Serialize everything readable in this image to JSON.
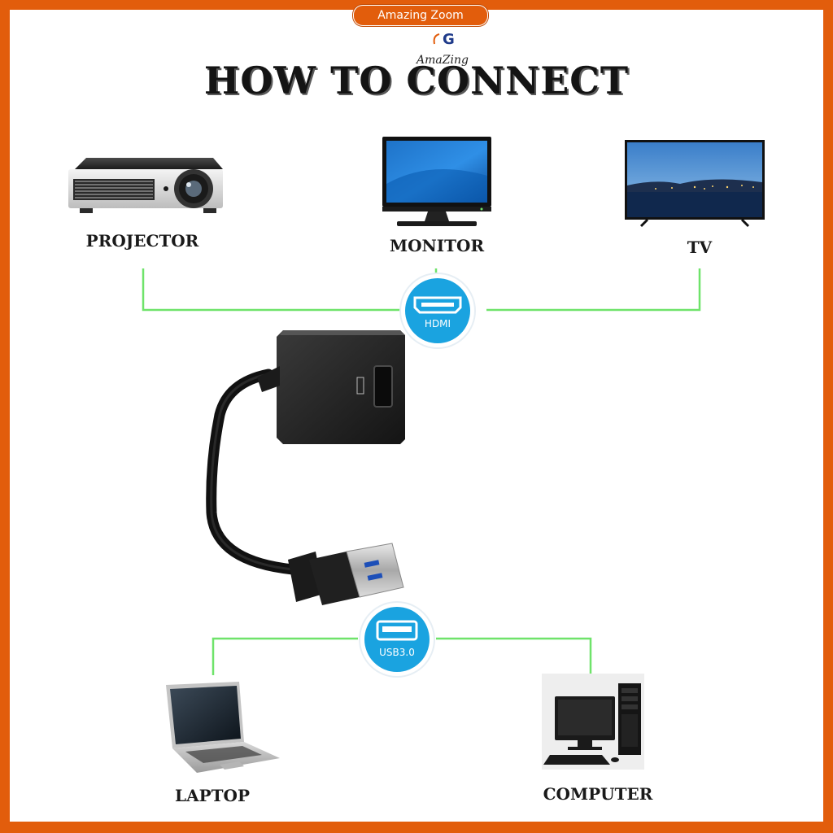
{
  "brand": {
    "name": "Amazing Zoom",
    "logo_text": "AmaZing",
    "logo_letter": "G"
  },
  "title": "HOW TO CONNECT",
  "outputs": [
    {
      "label": "PROJECTOR",
      "icon": "projector-icon"
    },
    {
      "label": "MONITOR",
      "icon": "monitor-icon"
    },
    {
      "label": "TV",
      "icon": "tv-icon"
    }
  ],
  "inputs": [
    {
      "label": "LAPTOP",
      "icon": "laptop-icon"
    },
    {
      "label": "COMPUTER",
      "icon": "computer-icon"
    }
  ],
  "ports": {
    "hdmi": {
      "label": "HDMI",
      "icon": "hdmi-port-icon"
    },
    "usb": {
      "label": "USB3.0",
      "icon": "usb-port-icon"
    }
  },
  "colors": {
    "frame": "#e25d0c",
    "wire": "#6fe36a",
    "badge": "#1aa3e0",
    "adapter": "#1e1e1e"
  }
}
